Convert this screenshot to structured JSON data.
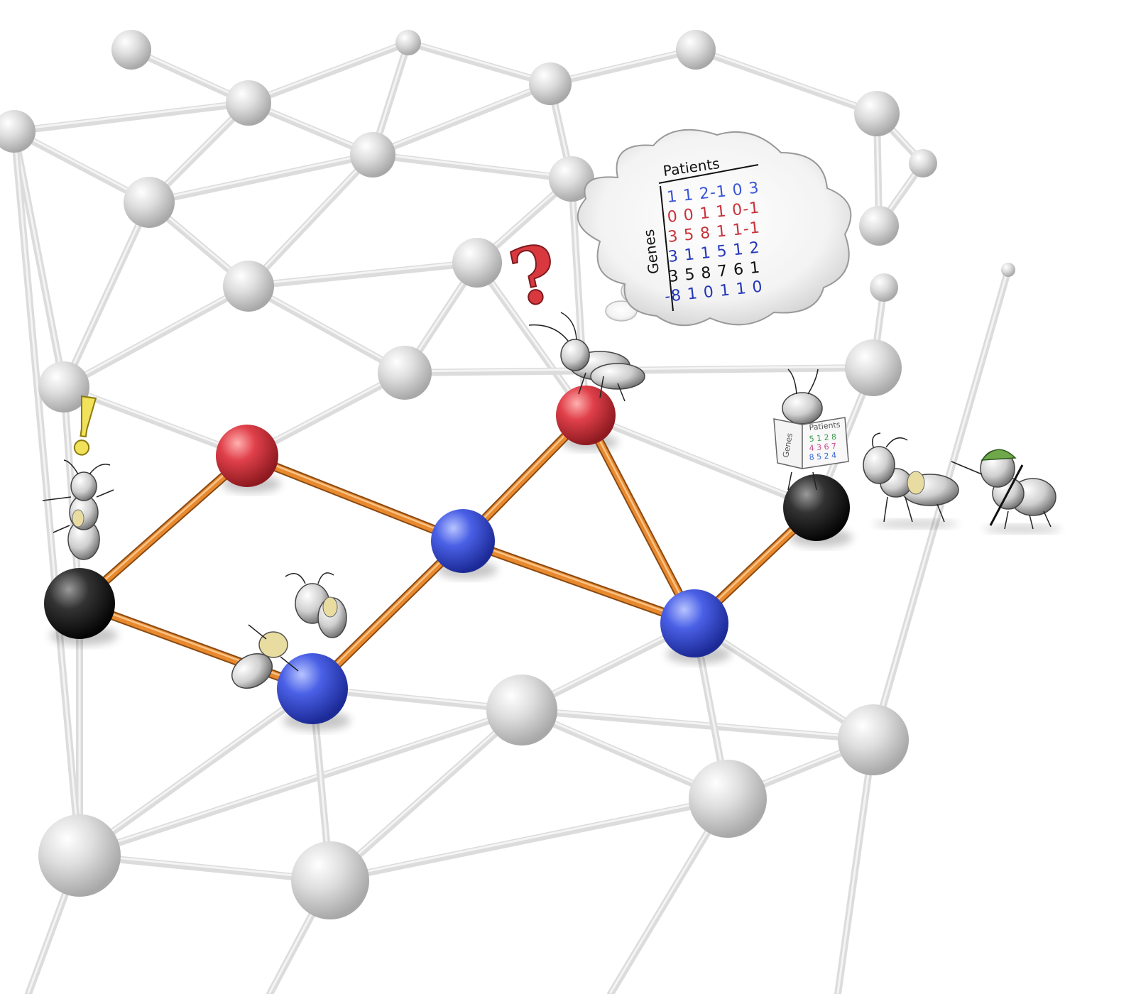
{
  "thought_cloud": {
    "column_header": "Patients",
    "row_header": "Genes",
    "rows": [
      {
        "text": "1 1 2-1 0 3",
        "color": "#3a56d6"
      },
      {
        "text": "0 0 1 1 0-1",
        "color": "#c8323a"
      },
      {
        "text": "3 5 8 1 1-1",
        "color": "#c8323a"
      },
      {
        "text": "3 1 1 5 1 2",
        "color": "#2436b8"
      },
      {
        "text": "3 5 8 7 6 1",
        "color": "#111111"
      },
      {
        "text": "-8 1 0 1 1 0",
        "color": "#2436b8"
      }
    ]
  },
  "marks": {
    "question": "?",
    "exclamation": "!"
  },
  "newspaper": {
    "left_text": "Genes",
    "header_text": "Patients",
    "grid": [
      "5 1 2 8",
      "4 3 6 7",
      "8 5 2 4"
    ]
  },
  "colors": {
    "background_node": "#d8d8d8",
    "edge_background": "#dcdcdc",
    "path_edge": "#e8892e",
    "node_red": "#d9383f",
    "node_blue": "#3f56de",
    "node_black": "#222222",
    "question_mark": "#d9383f",
    "exclamation_mark": "#f2e15a"
  }
}
